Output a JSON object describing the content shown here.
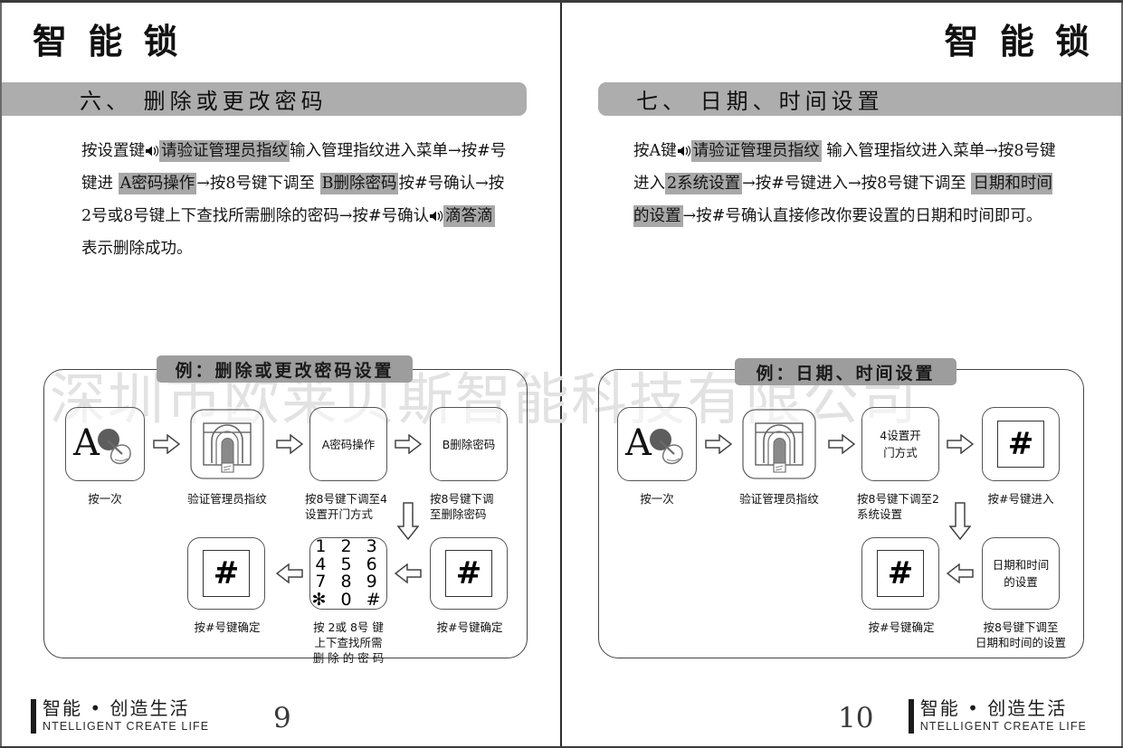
{
  "document": {
    "watermark": "深圳市欧莱贝斯智能科技有限公司",
    "running_head": "智 能 锁"
  },
  "left_page": {
    "running_head": "智 能 锁",
    "section_title": "六、 删除或更改密码",
    "paragraph": {
      "p1": "按设置键",
      "hl1": "请验证管理员指纹",
      "p2": "输入管理指纹进入菜单→按#号键进",
      "hl2": "A密码操作",
      "p3": "→按8号键下调至",
      "hl3": "B删除密码",
      "p4": "按#号确认→按2号或8号键上下查找所需删除的密码→按#号确认",
      "hl4": "滴答滴",
      "p5": "表示删除成功。"
    },
    "example_label": "例：删除或更改密码设置",
    "flow": [
      {
        "box_text": "A",
        "caption": "按一次",
        "icon": "a-key-press-icon"
      },
      {
        "box_text": "",
        "caption": "验证管理员指纹",
        "icon": "fingerprint-icon"
      },
      {
        "box_text": "A密码操作",
        "caption": "按8号键下调至4\n设置开门方式"
      },
      {
        "box_text": "B删除密码",
        "caption": "按8号键下调\n至删除密码"
      },
      {
        "box_text": "#",
        "caption": "按#号键确定",
        "icon": "hash-key-icon"
      },
      {
        "box_text": "1 2 3\n4 5 6\n7 8 9\n✻ 0 #",
        "caption": "按 2或 8号 键\n上下查找所需\n删 除 的 密 码",
        "icon": "keypad-icon"
      },
      {
        "box_text": "#",
        "caption": "按#号键确定",
        "icon": "hash-key-icon"
      }
    ],
    "footer": {
      "logo_cn": "智能 • 创造生活",
      "logo_en": "NTELLIGENT CREATE LIFE",
      "page_number": "9"
    }
  },
  "right_page": {
    "running_head": "智 能 锁",
    "section_title": "七、 日期、时间设置",
    "paragraph": {
      "p1": "按A键",
      "hl1": "请验证管理员指纹",
      "p2": " 输入管理指纹进入菜单→按8号键进入",
      "hl2": "2系统设置",
      "p3": "→按#号键进入→按8号键下调至",
      "hl3": "日期和时间的设置",
      "p4": "→按#号确认直接修改你要设置的日期和时间即可。"
    },
    "example_label": "例：日期、时间设置",
    "flow": [
      {
        "box_text": "A",
        "caption": "按一次",
        "icon": "a-key-press-icon"
      },
      {
        "box_text": "",
        "caption": "验证管理员指纹",
        "icon": "fingerprint-icon"
      },
      {
        "box_text": "4设置开\n门方式",
        "caption": "按8号键下调至2\n系统设置"
      },
      {
        "box_text": "#",
        "caption": "按#号键进入",
        "icon": "hash-key-icon"
      },
      {
        "box_text": "日期和时间\n的设置",
        "caption": "按8号键下调至\n日期和时间的设置"
      },
      {
        "box_text": "#",
        "caption": "按#号键确定",
        "icon": "hash-key-icon"
      }
    ],
    "footer": {
      "logo_cn": "智能 • 创造生活",
      "logo_en": "NTELLIGENT CREATE LIFE",
      "page_number": "10"
    }
  },
  "colors": {
    "bar_gray": "#adadad",
    "highlight_gray": "#a8a8a8",
    "label_gray": "#9d9d9d",
    "watermark_gray": "#e2e2e2",
    "ink": "#111111"
  }
}
